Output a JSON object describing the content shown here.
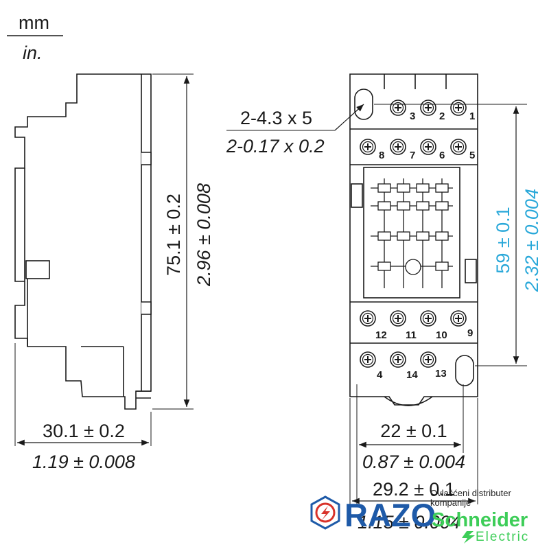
{
  "units": {
    "metric": "mm",
    "imperial": "in."
  },
  "side_view": {
    "height_mm": "75.1 ± 0.2",
    "height_in": "2.96 ± 0.008",
    "width_mm": "30.1 ± 0.2",
    "width_in": "1.19 ± 0.008"
  },
  "front_view": {
    "hole_mm": "2-4.3 x 5",
    "hole_in": "2-0.17 x 0.2",
    "pitch_mm": "59 ± 0.1",
    "pitch_in": "2.32 ± 0.004",
    "inner_width_mm": "22 ± 0.1",
    "inner_width_in": "0.87 ± 0.004",
    "outer_width_mm": "29.2 ± 0.1",
    "outer_width_in": "1.15 ± 0.004",
    "terminals_top": [
      "3",
      "2",
      "1"
    ],
    "terminals_row2": [
      "8",
      "7",
      "6",
      "5"
    ],
    "terminals_row3": [
      "12",
      "11",
      "10",
      "9"
    ],
    "terminals_bottom": [
      "4",
      "14",
      "13"
    ]
  },
  "branding": {
    "distributor_line1": "Ovlašćeni distributer",
    "distributor_line2": "kompanije",
    "razo": "RAZO",
    "schneider": "Schneider",
    "electric": "Electric",
    "colors": {
      "razo_blue": "#1e5aa8",
      "razo_red": "#d8322a",
      "schneider_green": "#3dcd58",
      "dim_cyan": "#29a8d9"
    }
  }
}
